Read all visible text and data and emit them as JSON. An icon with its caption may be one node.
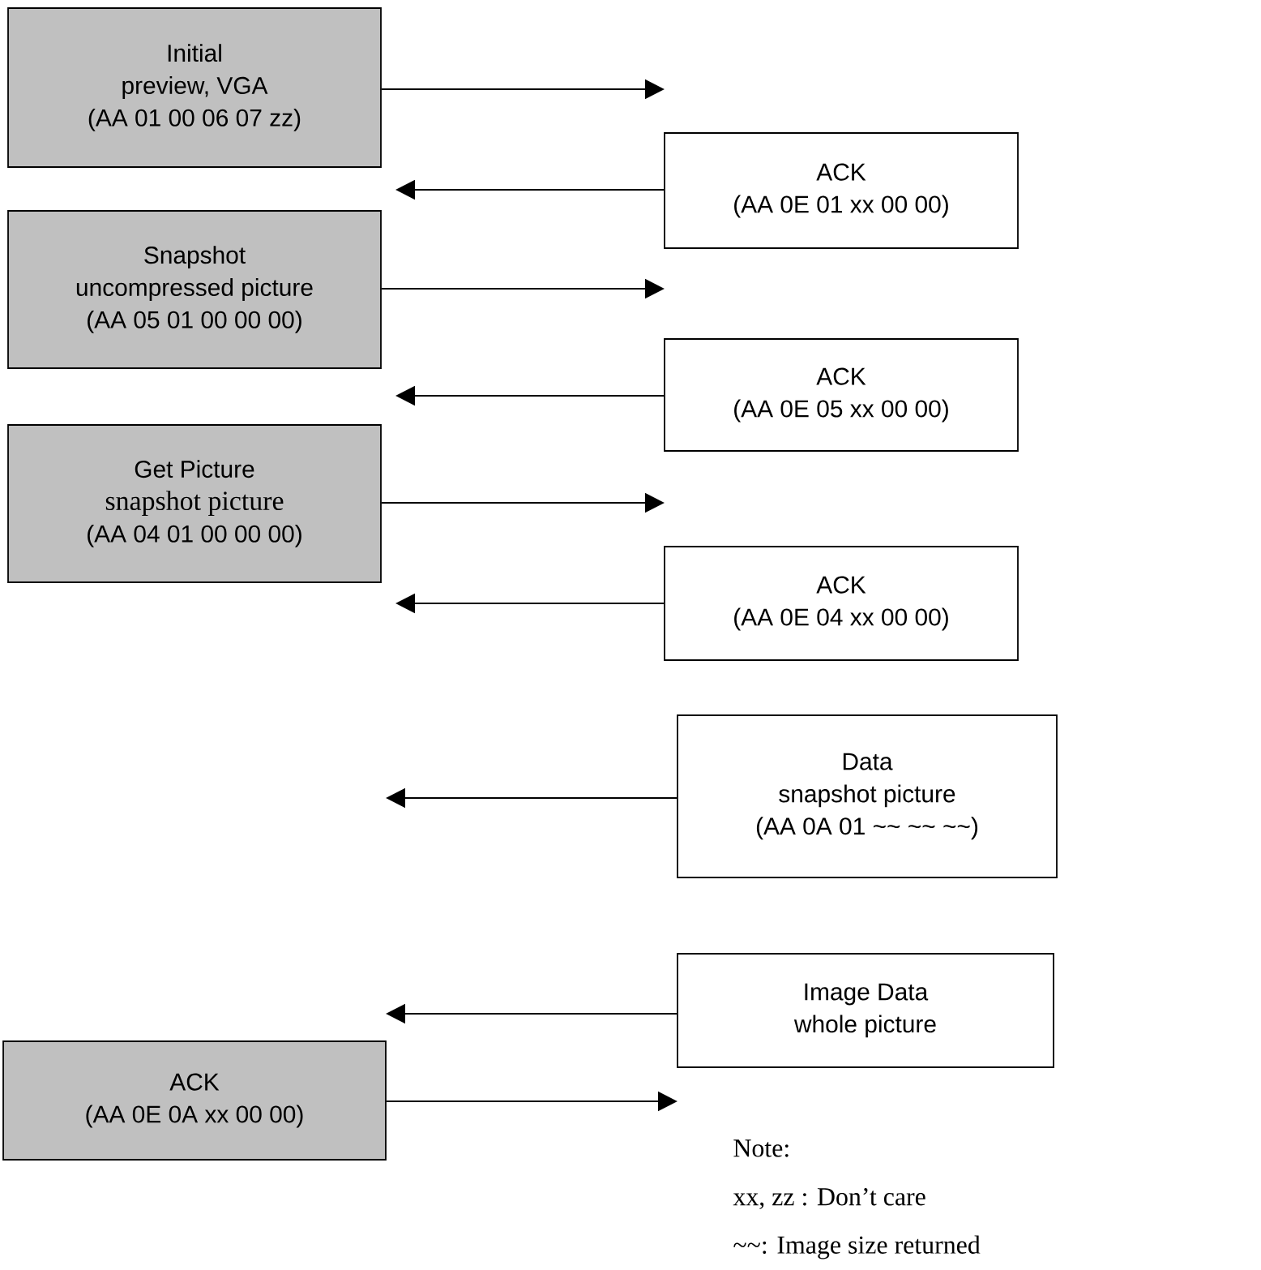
{
  "diagram": {
    "nodes": [
      {
        "text": [
          "Initial",
          "preview, VGA",
          "(AA 01 00 06 07 zz)"
        ]
      },
      {
        "text": [
          "ACK",
          "(AA 0E 01 xx 00 00)"
        ]
      },
      {
        "text": [
          "Snapshot",
          "uncompressed picture",
          "(AA 05 01 00 00 00)"
        ]
      },
      {
        "text": [
          "ACK",
          "(AA 0E 05 xx 00 00)"
        ]
      },
      {
        "text": [
          "Get Picture",
          "snapshot picture",
          "(AA 04 01 00 00 00)"
        ]
      },
      {
        "text": [
          "ACK",
          "(AA 0E 04 xx 00 00)"
        ]
      },
      {
        "text": [
          "Data",
          "snapshot picture",
          "(AA 0A 01 ~~ ~~ ~~)"
        ]
      },
      {
        "text": [
          "Image Data",
          "whole picture"
        ]
      },
      {
        "text": [
          "ACK",
          "(AA 0E 0A xx 00 00)"
        ]
      }
    ],
    "edges": [
      {
        "from": 0,
        "to": null,
        "arrow": "to"
      },
      {
        "from": 1,
        "to": null,
        "arrow": "to"
      },
      {
        "from": 2,
        "to": null,
        "arrow": "to"
      },
      {
        "from": 3,
        "to": null,
        "arrow": "to"
      },
      {
        "from": 4,
        "to": null,
        "arrow": "to"
      },
      {
        "from": 5,
        "to": null,
        "arrow": "to"
      },
      {
        "from": 6,
        "to": null,
        "arrow": "to"
      },
      {
        "from": 7,
        "to": null,
        "arrow": "to"
      },
      {
        "from": 8,
        "to": null,
        "arrow": "to"
      }
    ],
    "labels": [
      "Note:",
      "xx, zz : Don’t care",
      "~~: Image size returned"
    ]
  }
}
